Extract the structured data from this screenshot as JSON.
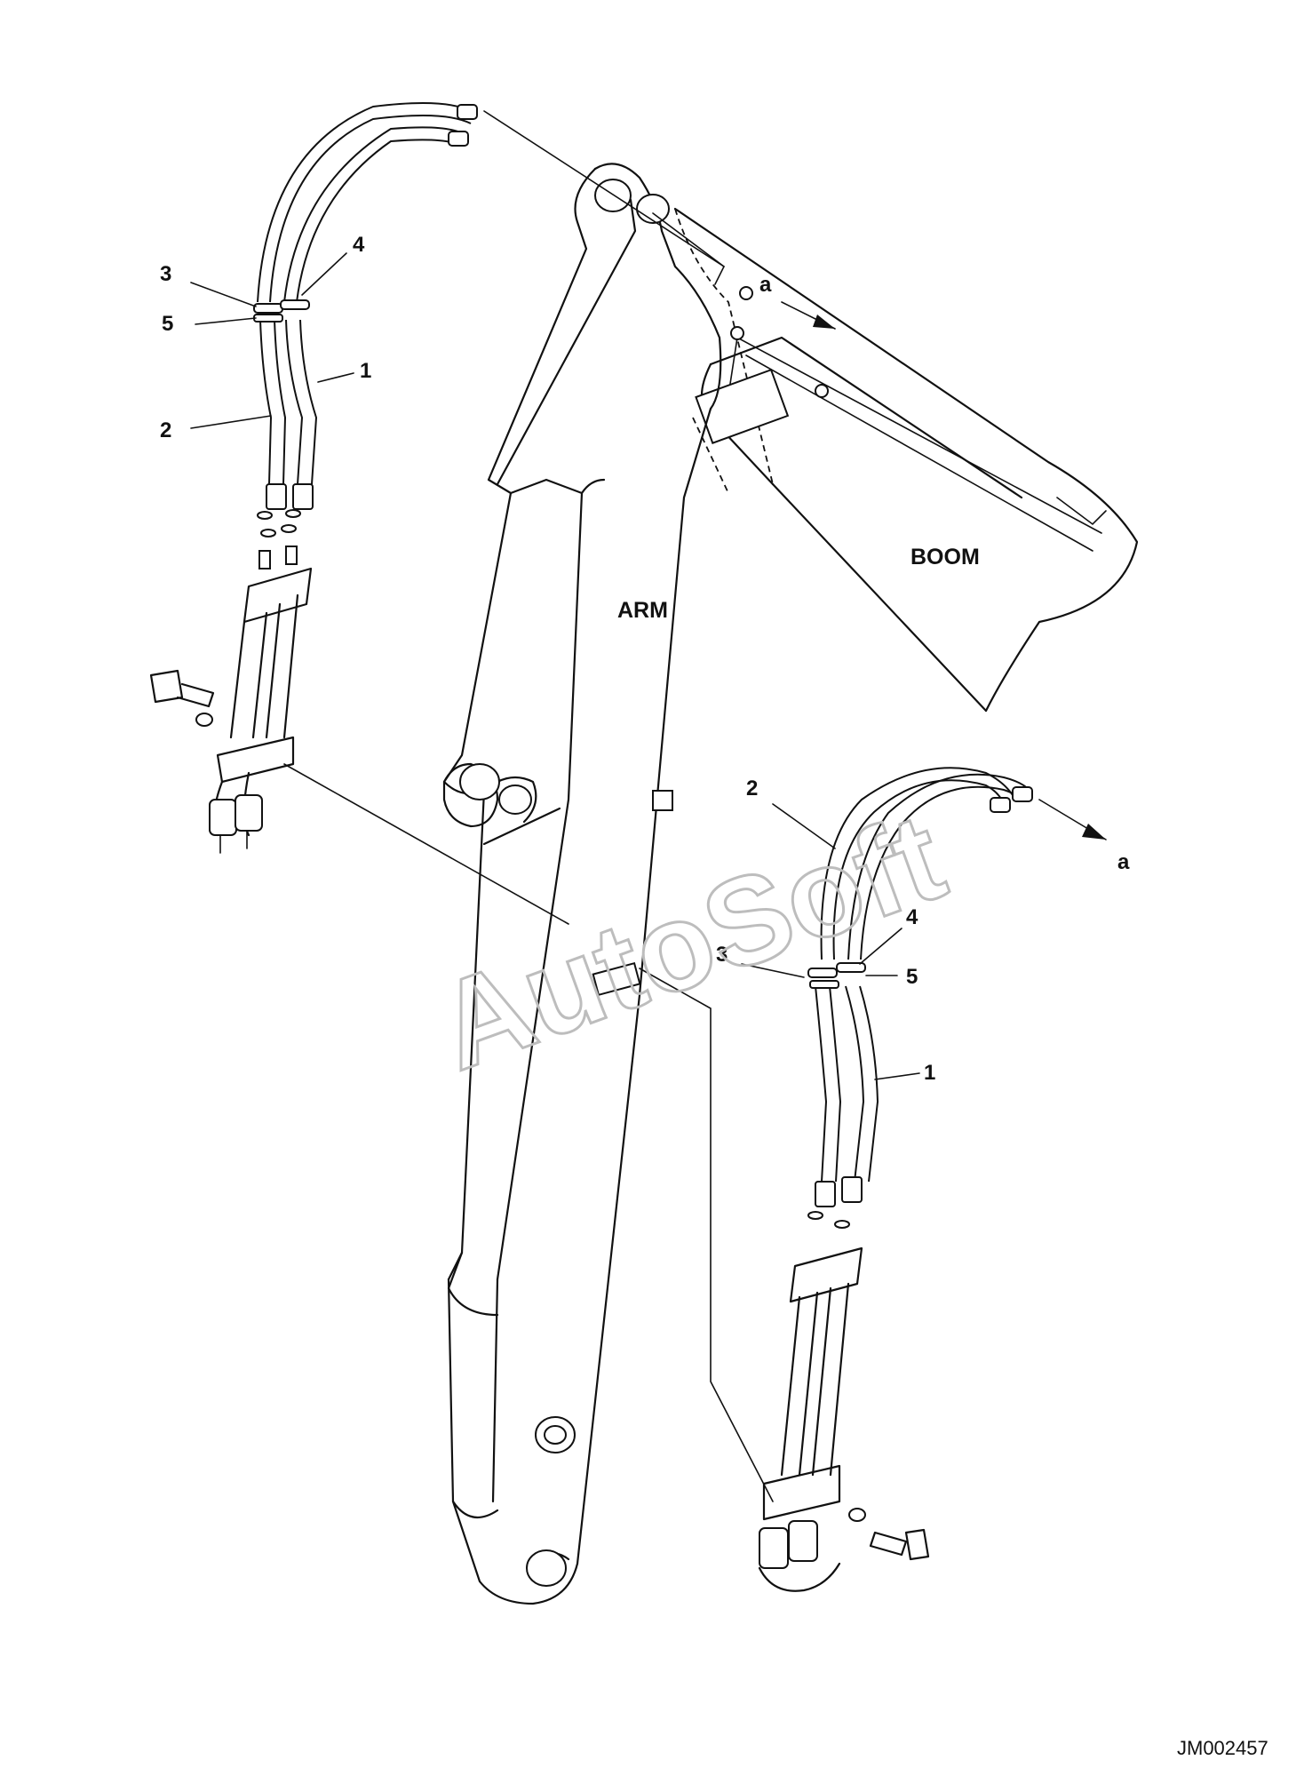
{
  "labels": {
    "arm": "ARM",
    "boom": "BOOM",
    "arrow_top": "a",
    "arrow_right": "a",
    "left_group": {
      "c1": "1",
      "c2": "2",
      "c3": "3",
      "c4": "4",
      "c5": "5"
    },
    "right_group": {
      "c1": "1",
      "c2": "2",
      "c3": "3",
      "c4": "4",
      "c5": "5"
    }
  },
  "watermark": "AutoSoft",
  "drawing_code": "JM002457"
}
